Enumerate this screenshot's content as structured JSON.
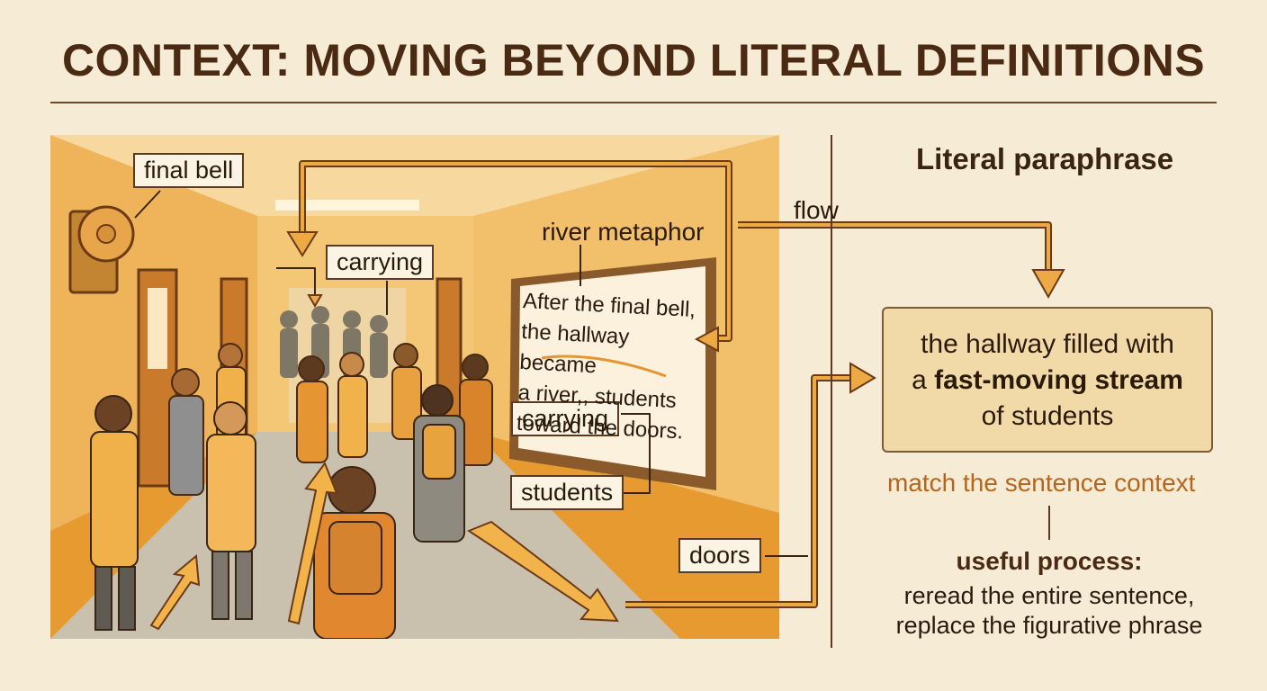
{
  "title": "CONTEXT: MOVING BEYOND LITERAL DEFINITIONS",
  "scene_labels": {
    "final_bell": "final bell",
    "carrying_top": "carrying",
    "river_metaphor": "river metaphor",
    "carrying_bottom": "carrying",
    "students": "students",
    "doors": "doors"
  },
  "sentence_lines": [
    "After the final bell,",
    "the hallway became",
    "a river,, students",
    "toward the doors."
  ],
  "flow_label": "flow",
  "literal_heading": "Literal paraphrase",
  "paraphrase": {
    "line1": "the hallway filled with",
    "line2_prefix": "a ",
    "line2_bold": "fast-moving stream",
    "line3": "of students"
  },
  "match_text": "match the sentence context",
  "process_heading": "useful process:",
  "process_lines": [
    "reread the entire sentence,",
    "replace the figurative phrase"
  ],
  "colors": {
    "accent": "#e8a73c",
    "background": "#f6ecd6",
    "ink": "#3a2412",
    "highlight": "#b4661f"
  }
}
